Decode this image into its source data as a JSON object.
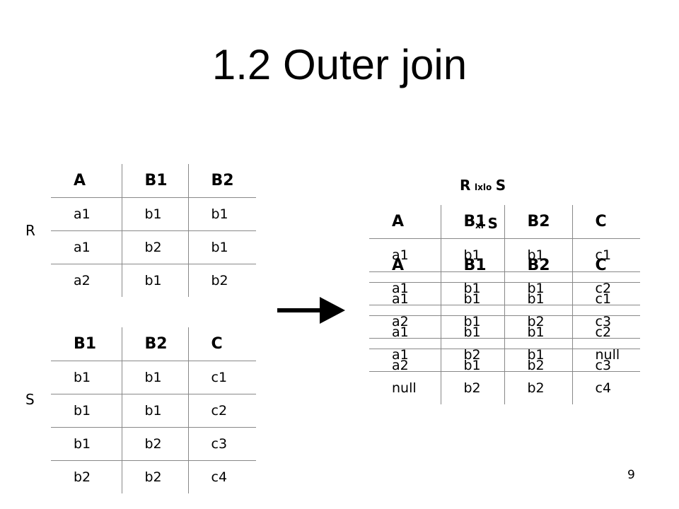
{
  "slide": {
    "title": "1.2 Outer join",
    "page_number": "9",
    "labels": {
      "r": "R",
      "s": "S"
    },
    "operator_top": {
      "left": "R",
      "op": "lxlo",
      "right": "S"
    },
    "operator_mid": {
      "op": "xl",
      "right": "S"
    }
  },
  "tables": {
    "r": {
      "headers": [
        "A",
        "B1",
        "B2"
      ],
      "rows": [
        [
          "a1",
          "b1",
          "b1"
        ],
        [
          "a1",
          "b2",
          "b1"
        ],
        [
          "a2",
          "b1",
          "b2"
        ]
      ]
    },
    "s": {
      "headers": [
        "B1",
        "B2",
        "C"
      ],
      "rows": [
        [
          "b1",
          "b1",
          "c1"
        ],
        [
          "b1",
          "b1",
          "c2"
        ],
        [
          "b1",
          "b2",
          "c3"
        ],
        [
          "b2",
          "b2",
          "c4"
        ]
      ]
    },
    "outer": {
      "headers": [
        "A",
        "B1",
        "B2",
        "C"
      ],
      "rows": [
        [
          "a1",
          "b1",
          "b1",
          "c1"
        ],
        [
          "a1",
          "b1",
          "b1",
          "c2"
        ],
        [
          "a2",
          "b1",
          "b2",
          "c3"
        ],
        [
          "a1",
          "b2",
          "b1",
          "null"
        ],
        [
          "null",
          "b2",
          "b2",
          "c4"
        ]
      ]
    },
    "inner": {
      "headers": [
        "A",
        "B1",
        "B2",
        "C"
      ],
      "rows": [
        [
          "a1",
          "b1",
          "b1",
          "c1"
        ],
        [
          "a1",
          "b1",
          "b1",
          "c2"
        ],
        [
          "a2",
          "b1",
          "b2",
          "c3"
        ]
      ]
    }
  }
}
